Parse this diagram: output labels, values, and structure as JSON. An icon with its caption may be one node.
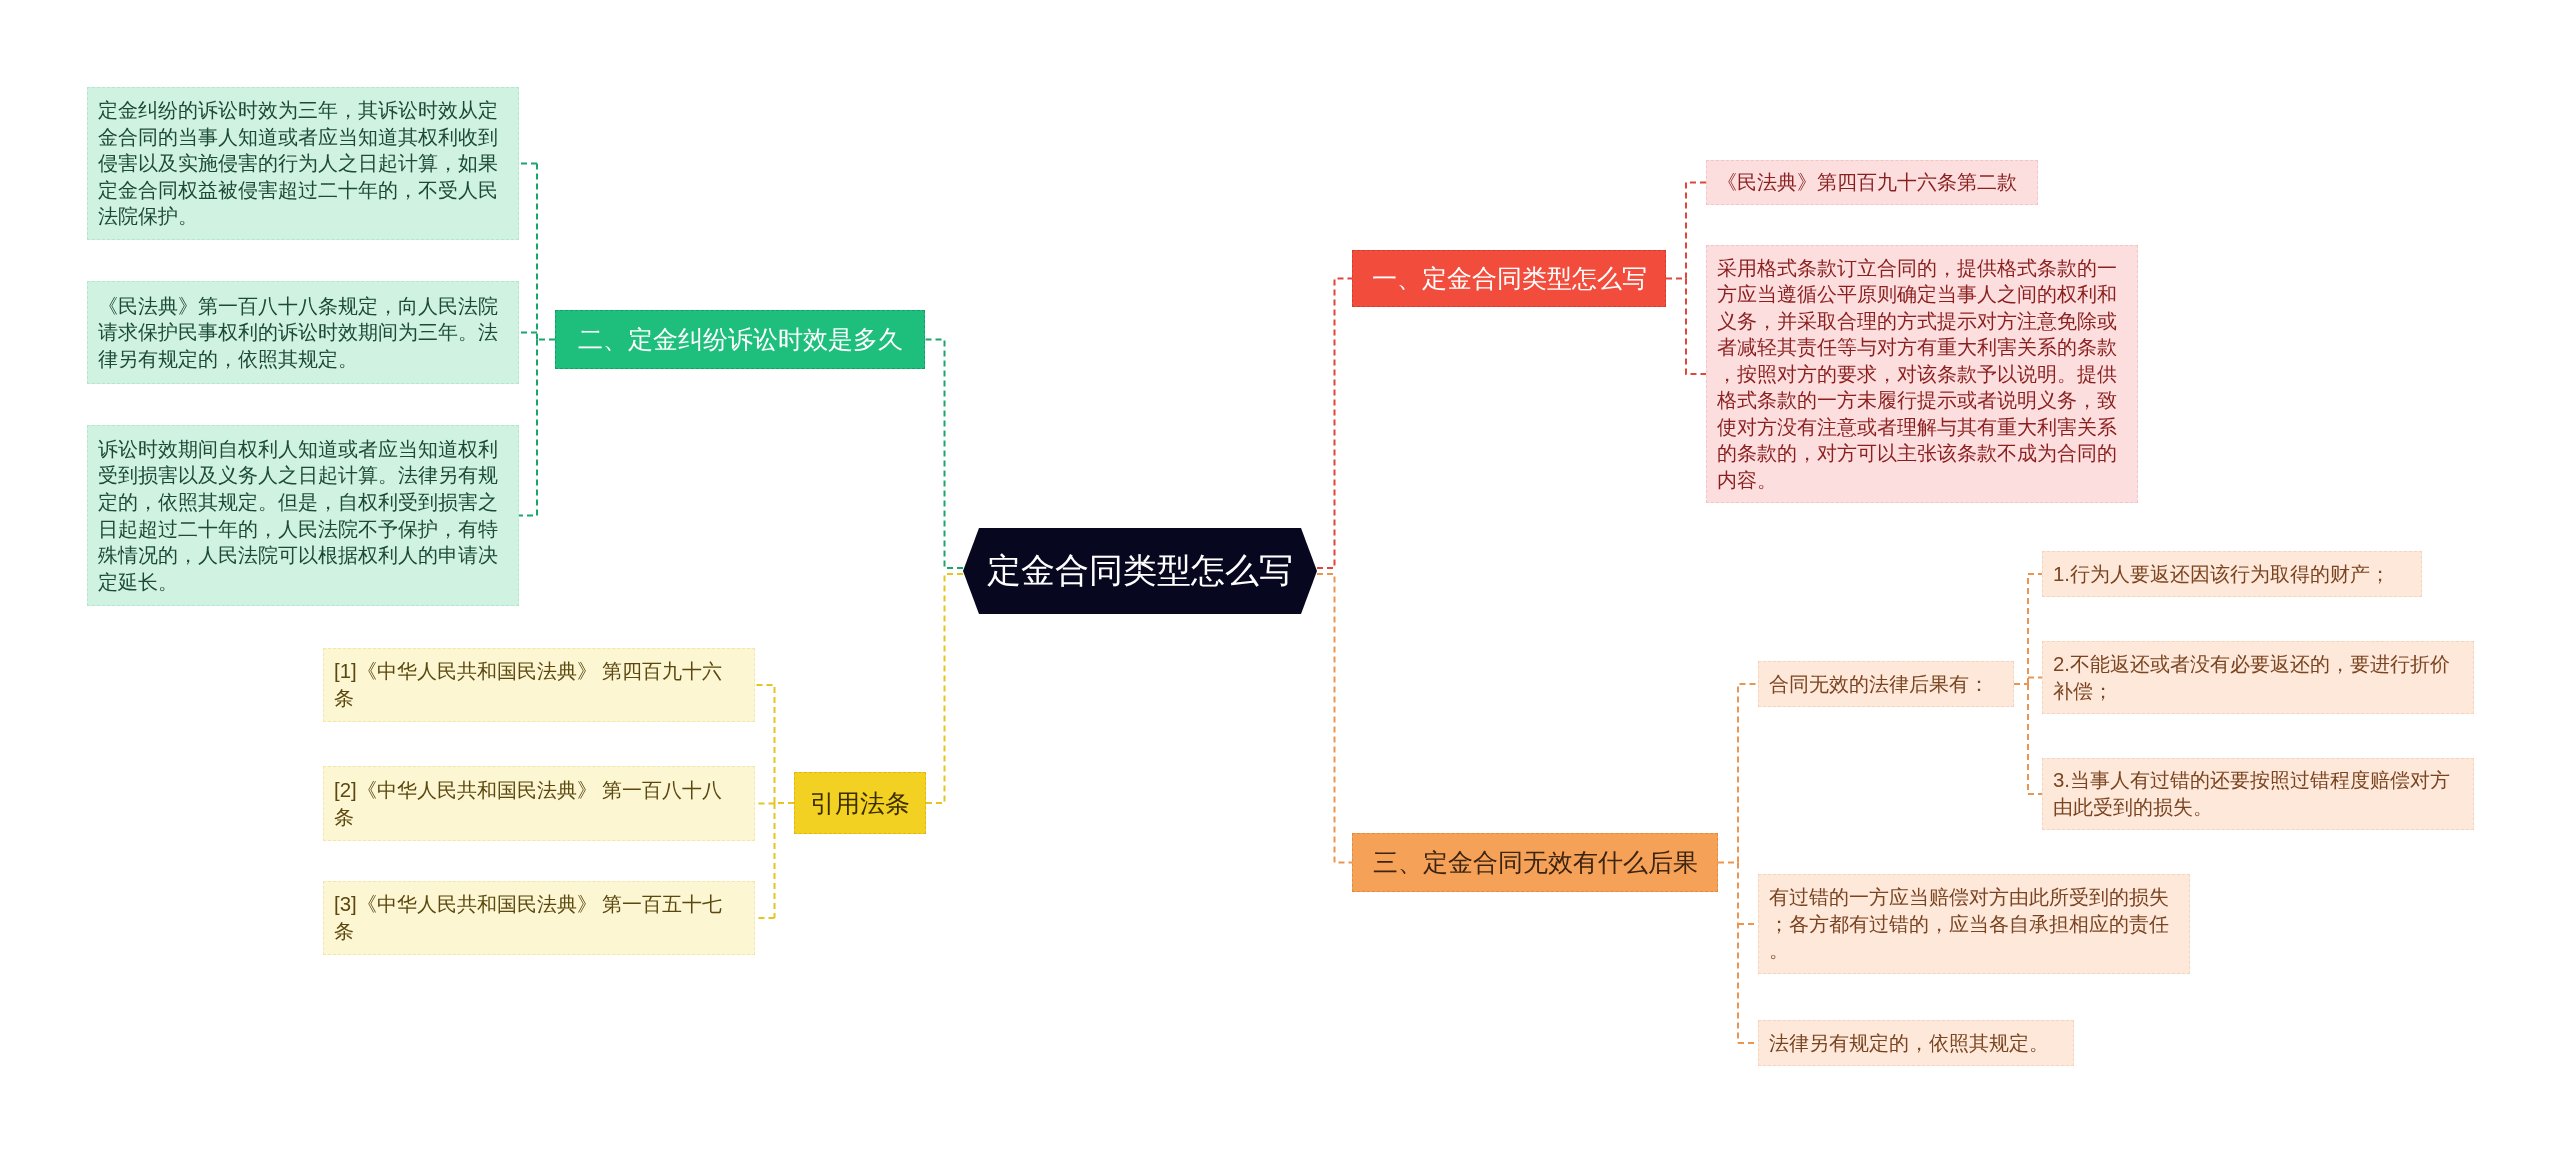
{
  "diagram": {
    "nodes": [
      {
        "text": [
          "定金合同类型怎么写"
        ]
      },
      {
        "text": [
          "一、定金合同类型怎么写"
        ]
      },
      {
        "text": [
          "《民法典》第四百九十六条第二款"
        ]
      },
      {
        "text": [
          "采用格式条款订立合同的，提供格式条款的一方应当遵循公平原则确定当事人之间的权利和义务，并采取合理的方式提示对方注意免除或者减轻其责任等与对方有重大利害关系的条款，按照对方的要求，对该条款予以说明。提供格式条款的一方未履行提示或者说明义务，致使对方没有注意或者理解与其有重大利害关系的条款的，对方可以主张该条款不成为合同的内容。"
        ]
      },
      {
        "text": [
          "二、定金纠纷诉讼时效是多久"
        ]
      },
      {
        "text": [
          "定金纠纷的诉讼时效为三年，其诉讼时效从定金合同的当事人知道或者应当知道其权利收到侵害以及实施侵害的行为人之日起计算，如果定金合同权益被侵害超过二十年的，不受人民法院保护。"
        ]
      },
      {
        "text": [
          "《民法典》第一百八十八条规定，向人民法院请求保护民事权利的诉讼时效期间为三年。法律另有规定的，依照其规定。"
        ]
      },
      {
        "text": [
          "诉讼时效期间自权利人知道或者应当知道权利受到损害以及义务人之日起计算。法律另有规定的，依照其规定。但是，自权利受到损害之日起超过二十年的，人民法院不予保护，有特殊情况的，人民法院可以根据权利人的申请决定延长。"
        ]
      },
      {
        "text": [
          "三、定金合同无效有什么后果"
        ]
      },
      {
        "text": [
          "合同无效的法律后果有："
        ]
      },
      {
        "text": [
          "1.行为人要返还因该行为取得的财产；"
        ]
      },
      {
        "text": [
          "2.不能返还或者没有必要返还的，要进行折价补偿；"
        ]
      },
      {
        "text": [
          "3.当事人有过错的还要按照过错程度赔偿对方由此受到的损失。"
        ]
      },
      {
        "text": [
          "有过错的一方应当赔偿对方由此所受到的损失；各方都有过错的，应当各自承担相应的责任。"
        ]
      },
      {
        "text": [
          "法律另有规定的，依照其规定。"
        ]
      },
      {
        "text": [
          "引用法条"
        ]
      },
      {
        "text": [
          "[1]《中华人民共和国民法典》 第四百九十六条"
        ]
      },
      {
        "text": [
          "[2]《中华人民共和国民法典》 第一百八十八条"
        ]
      },
      {
        "text": [
          "[3]《中华人民共和国民法典》 第一百五十七条"
        ]
      }
    ],
    "edges": [
      {
        "from": 0,
        "to": 1,
        "arrow": "none",
        "color": "#e0473b"
      },
      {
        "from": 1,
        "to": 2,
        "arrow": "none",
        "color": "#e0473b"
      },
      {
        "from": 1,
        "to": 3,
        "arrow": "none",
        "color": "#e0473b"
      },
      {
        "from": 0,
        "to": 4,
        "arrow": "none",
        "color": "#1aa56c"
      },
      {
        "from": 4,
        "to": 5,
        "arrow": "none",
        "color": "#1aa56c"
      },
      {
        "from": 4,
        "to": 6,
        "arrow": "none",
        "color": "#1aa56c"
      },
      {
        "from": 4,
        "to": 7,
        "arrow": "none",
        "color": "#1aa56c"
      },
      {
        "from": 0,
        "to": 8,
        "arrow": "none"
      },
      {
        "from": 8,
        "to": 9,
        "arrow": "none"
      },
      {
        "from": 9,
        "to": 10,
        "arrow": "none"
      },
      {
        "from": 9,
        "to": 11,
        "arrow": "none"
      },
      {
        "from": 9,
        "to": 12,
        "arrow": "none"
      },
      {
        "from": 8,
        "to": 13,
        "arrow": "none"
      },
      {
        "from": 8,
        "to": 14,
        "arrow": "none"
      },
      {
        "from": 0,
        "to": 15,
        "arrow": "none",
        "color": "#e6c522"
      },
      {
        "from": 15,
        "to": 16,
        "arrow": "none",
        "color": "#e6c522"
      },
      {
        "from": 15,
        "to": 17,
        "arrow": "none",
        "color": "#e6c522"
      },
      {
        "from": 15,
        "to": 18,
        "arrow": "none",
        "color": "#e6c522"
      }
    ]
  }
}
